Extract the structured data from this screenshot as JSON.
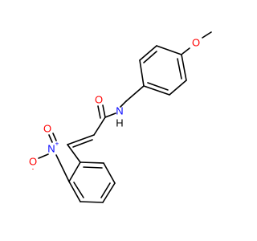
{
  "molecule": {
    "atoms": {
      "O_methoxy": "O",
      "N_amide": "N",
      "H_amide": "H",
      "O_carbonyl": "O",
      "N_nitro": "N",
      "O_nitro_single": "O",
      "O_nitro_double": "O",
      "charge_plus": "+",
      "charge_minus": "-"
    },
    "colors": {
      "bond": "#000000",
      "carbon": "#000000",
      "oxygen": "#ff0000",
      "nitrogen": "#0000ff"
    }
  }
}
